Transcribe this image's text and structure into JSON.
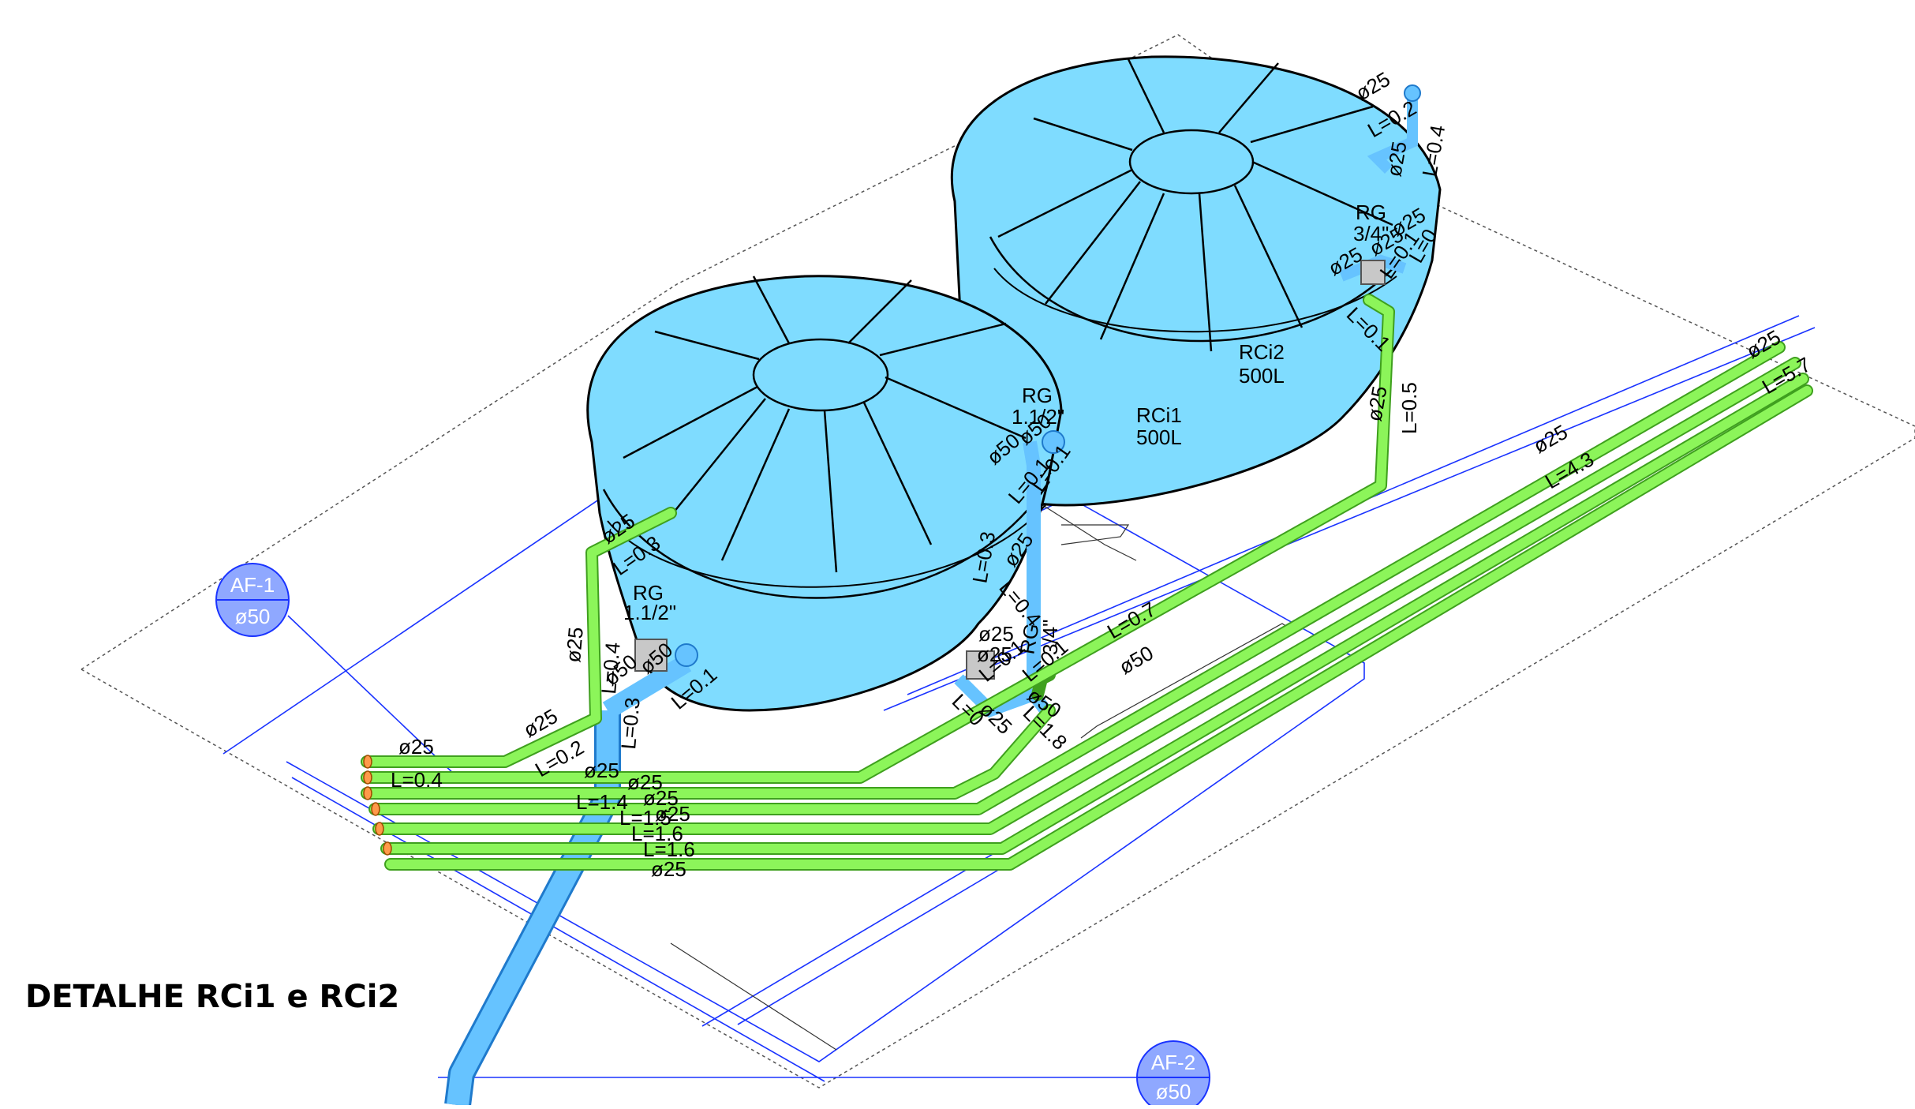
{
  "title": "DETALHE RCi1 e RCi2",
  "colors": {
    "tank": "#7fdcff",
    "cold_pipe": "#8cf55a",
    "main_pipe": "#66c3ff",
    "outline": "#000000",
    "grid_blue": "#0033ff",
    "badge_fill": "#8fa8ff"
  },
  "markers": [
    {
      "id": "AF-1",
      "diameter": "ø50"
    },
    {
      "id": "AF-2",
      "diameter": "ø50"
    }
  ],
  "tanks": [
    {
      "name": "RCi1",
      "volume": "500L"
    },
    {
      "name": "RCi2",
      "volume": "500L"
    }
  ],
  "labels": [
    "ø25",
    "L=0.2",
    "L=0.4",
    "ø25",
    "RG",
    "3/4\"",
    "ø25",
    "ø25",
    "ø25",
    "L=0.1",
    "L=0",
    "L=0.1",
    "ø25",
    "L=0.5",
    "ø25",
    "L=5.7",
    "ø25",
    "L=4.3",
    "RG",
    "1.1/2\"",
    "ø50",
    "ø50",
    "L=0.1",
    "L=0.1",
    "ø25",
    "L=0.3",
    "RG",
    "1.1/2\"",
    "ø25",
    "L=0.4",
    "ø50",
    "ø50",
    "L=0.1",
    "L=0.3",
    "ø25",
    "L=0.2",
    "ø25",
    "L=0.4",
    "ø25",
    "ø25",
    "L=1.4",
    "ø25",
    "L=1.5",
    "ø25",
    "L=1.6",
    "L=1.6",
    "ø25",
    "L=0.3",
    "ø25",
    "L=0.4",
    "RG",
    "3/4\"",
    "ø25",
    "ø25",
    "L=0.1",
    "L=0.1",
    "L=0",
    "ø25",
    "L=1.8",
    "ø50",
    "L=0.7",
    "ø50"
  ]
}
